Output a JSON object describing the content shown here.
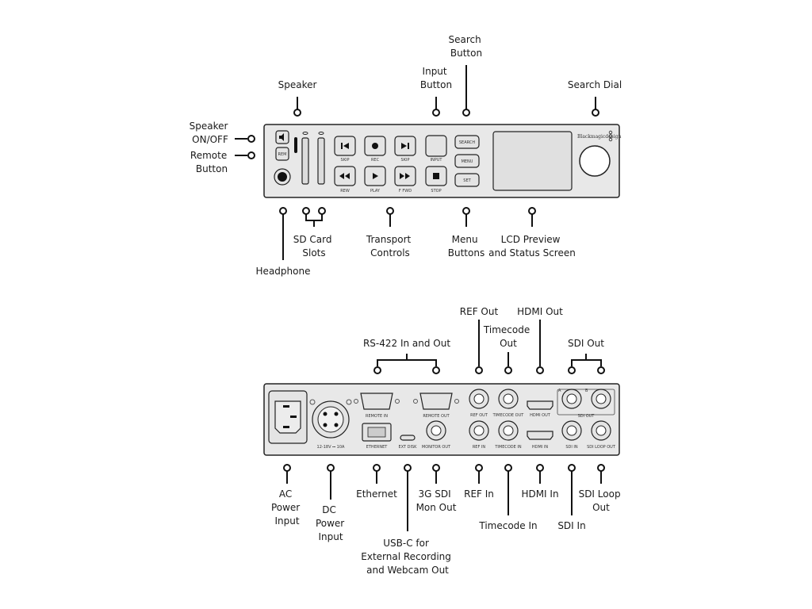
{
  "front_panel": {
    "brand": "Blackmagicdesign",
    "buttons": {
      "skip_back": "SKIP",
      "rec": "REC",
      "skip_fwd": "SKIP",
      "input": "INPUT",
      "rew": "REW",
      "play": "PLAY",
      "ffwd": "F FWD",
      "stop": "STOP",
      "search": "SEARCH",
      "menu": "MENU",
      "set": "SET",
      "rem": "REM"
    },
    "callouts": {
      "search_button": [
        "Search",
        "Button"
      ],
      "input_button": [
        "Input",
        "Button"
      ],
      "speaker": [
        "Speaker"
      ],
      "search_dial": [
        "Search Dial"
      ],
      "speaker_onoff": [
        "Speaker",
        "ON/OFF"
      ],
      "remote_button": [
        "Remote",
        "Button"
      ],
      "sd_card_slots": [
        "SD Card",
        "Slots"
      ],
      "transport_controls": [
        "Transport",
        "Controls"
      ],
      "menu_buttons": [
        "Menu",
        "Buttons"
      ],
      "lcd_preview": [
        "LCD Preview",
        "and Status Screen"
      ],
      "headphone": [
        "Headphone"
      ]
    }
  },
  "rear_panel": {
    "port_labels": {
      "remote_in": "REMOTE IN",
      "remote_out": "REMOTE OUT",
      "ref_out": "REF OUT",
      "timecode_out": "TIMECODE OUT",
      "hdmi_out": "HDMI OUT",
      "sdi_a": "A",
      "sdi_b": "B",
      "sdi_out": "SDI OUT",
      "power_rating": "12-18V ⎓ 10A",
      "ethernet": "ETHERNET",
      "ext_disk": "EXT DISK",
      "monitor_out": "MONITOR OUT",
      "ref_in": "REF IN",
      "timecode_in": "TIMECODE IN",
      "hdmi_in": "HDMI IN",
      "sdi_in": "SDI IN",
      "sdi_loop_out": "SDI LOOP OUT"
    },
    "callouts": {
      "ref_out": [
        "REF Out"
      ],
      "hdmi_out": [
        "HDMI Out"
      ],
      "timecode_out": [
        "Timecode",
        "Out"
      ],
      "rs422": [
        "RS-422 In and Out"
      ],
      "sdi_out": [
        "SDI Out"
      ],
      "ac_power": [
        "AC",
        "Power",
        "Input"
      ],
      "dc_power": [
        "DC",
        "Power",
        "Input"
      ],
      "ethernet": [
        "Ethernet"
      ],
      "usbc": [
        "USB-C for",
        "External Recording",
        "and Webcam Out"
      ],
      "mon_out": [
        "3G SDI",
        "Mon Out"
      ],
      "ref_in": [
        "REF In"
      ],
      "timecode_in": [
        "Timecode In"
      ],
      "hdmi_in": [
        "HDMI In"
      ],
      "sdi_in": [
        "SDI In"
      ],
      "sdi_loop_out": [
        "SDI Loop",
        "Out"
      ]
    }
  }
}
